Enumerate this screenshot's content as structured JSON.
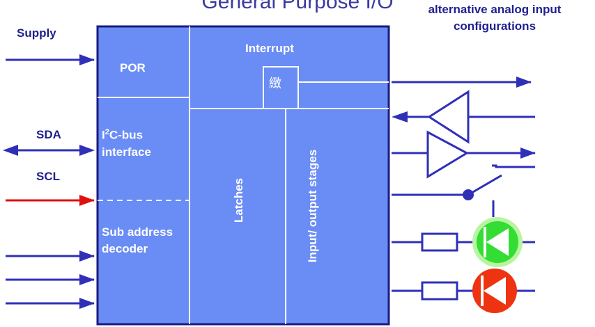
{
  "title": "General Purpose I/O",
  "alt_config_label": "alternative analog input configurations",
  "signals": {
    "supply": "Supply",
    "sda": "SDA",
    "scl": "SCL"
  },
  "blocks": {
    "por": "POR",
    "interrupt": "Interrupt",
    "interrupt_icon": "緻",
    "i2c_prefix": "I",
    "i2c_sup": "2",
    "i2c_rest": "C-bus",
    "i2c_line2": "interface",
    "subaddr_line1": "Sub address",
    "subaddr_line2": "decoder",
    "latches": "Latches",
    "io_stages": "Input/ output stages"
  },
  "colors": {
    "block_fill": "#6a8cf5",
    "wire": "#2f2fb8",
    "scl_wire": "#e01010",
    "led_green": "#33dd33",
    "led_red": "#ee3311"
  }
}
